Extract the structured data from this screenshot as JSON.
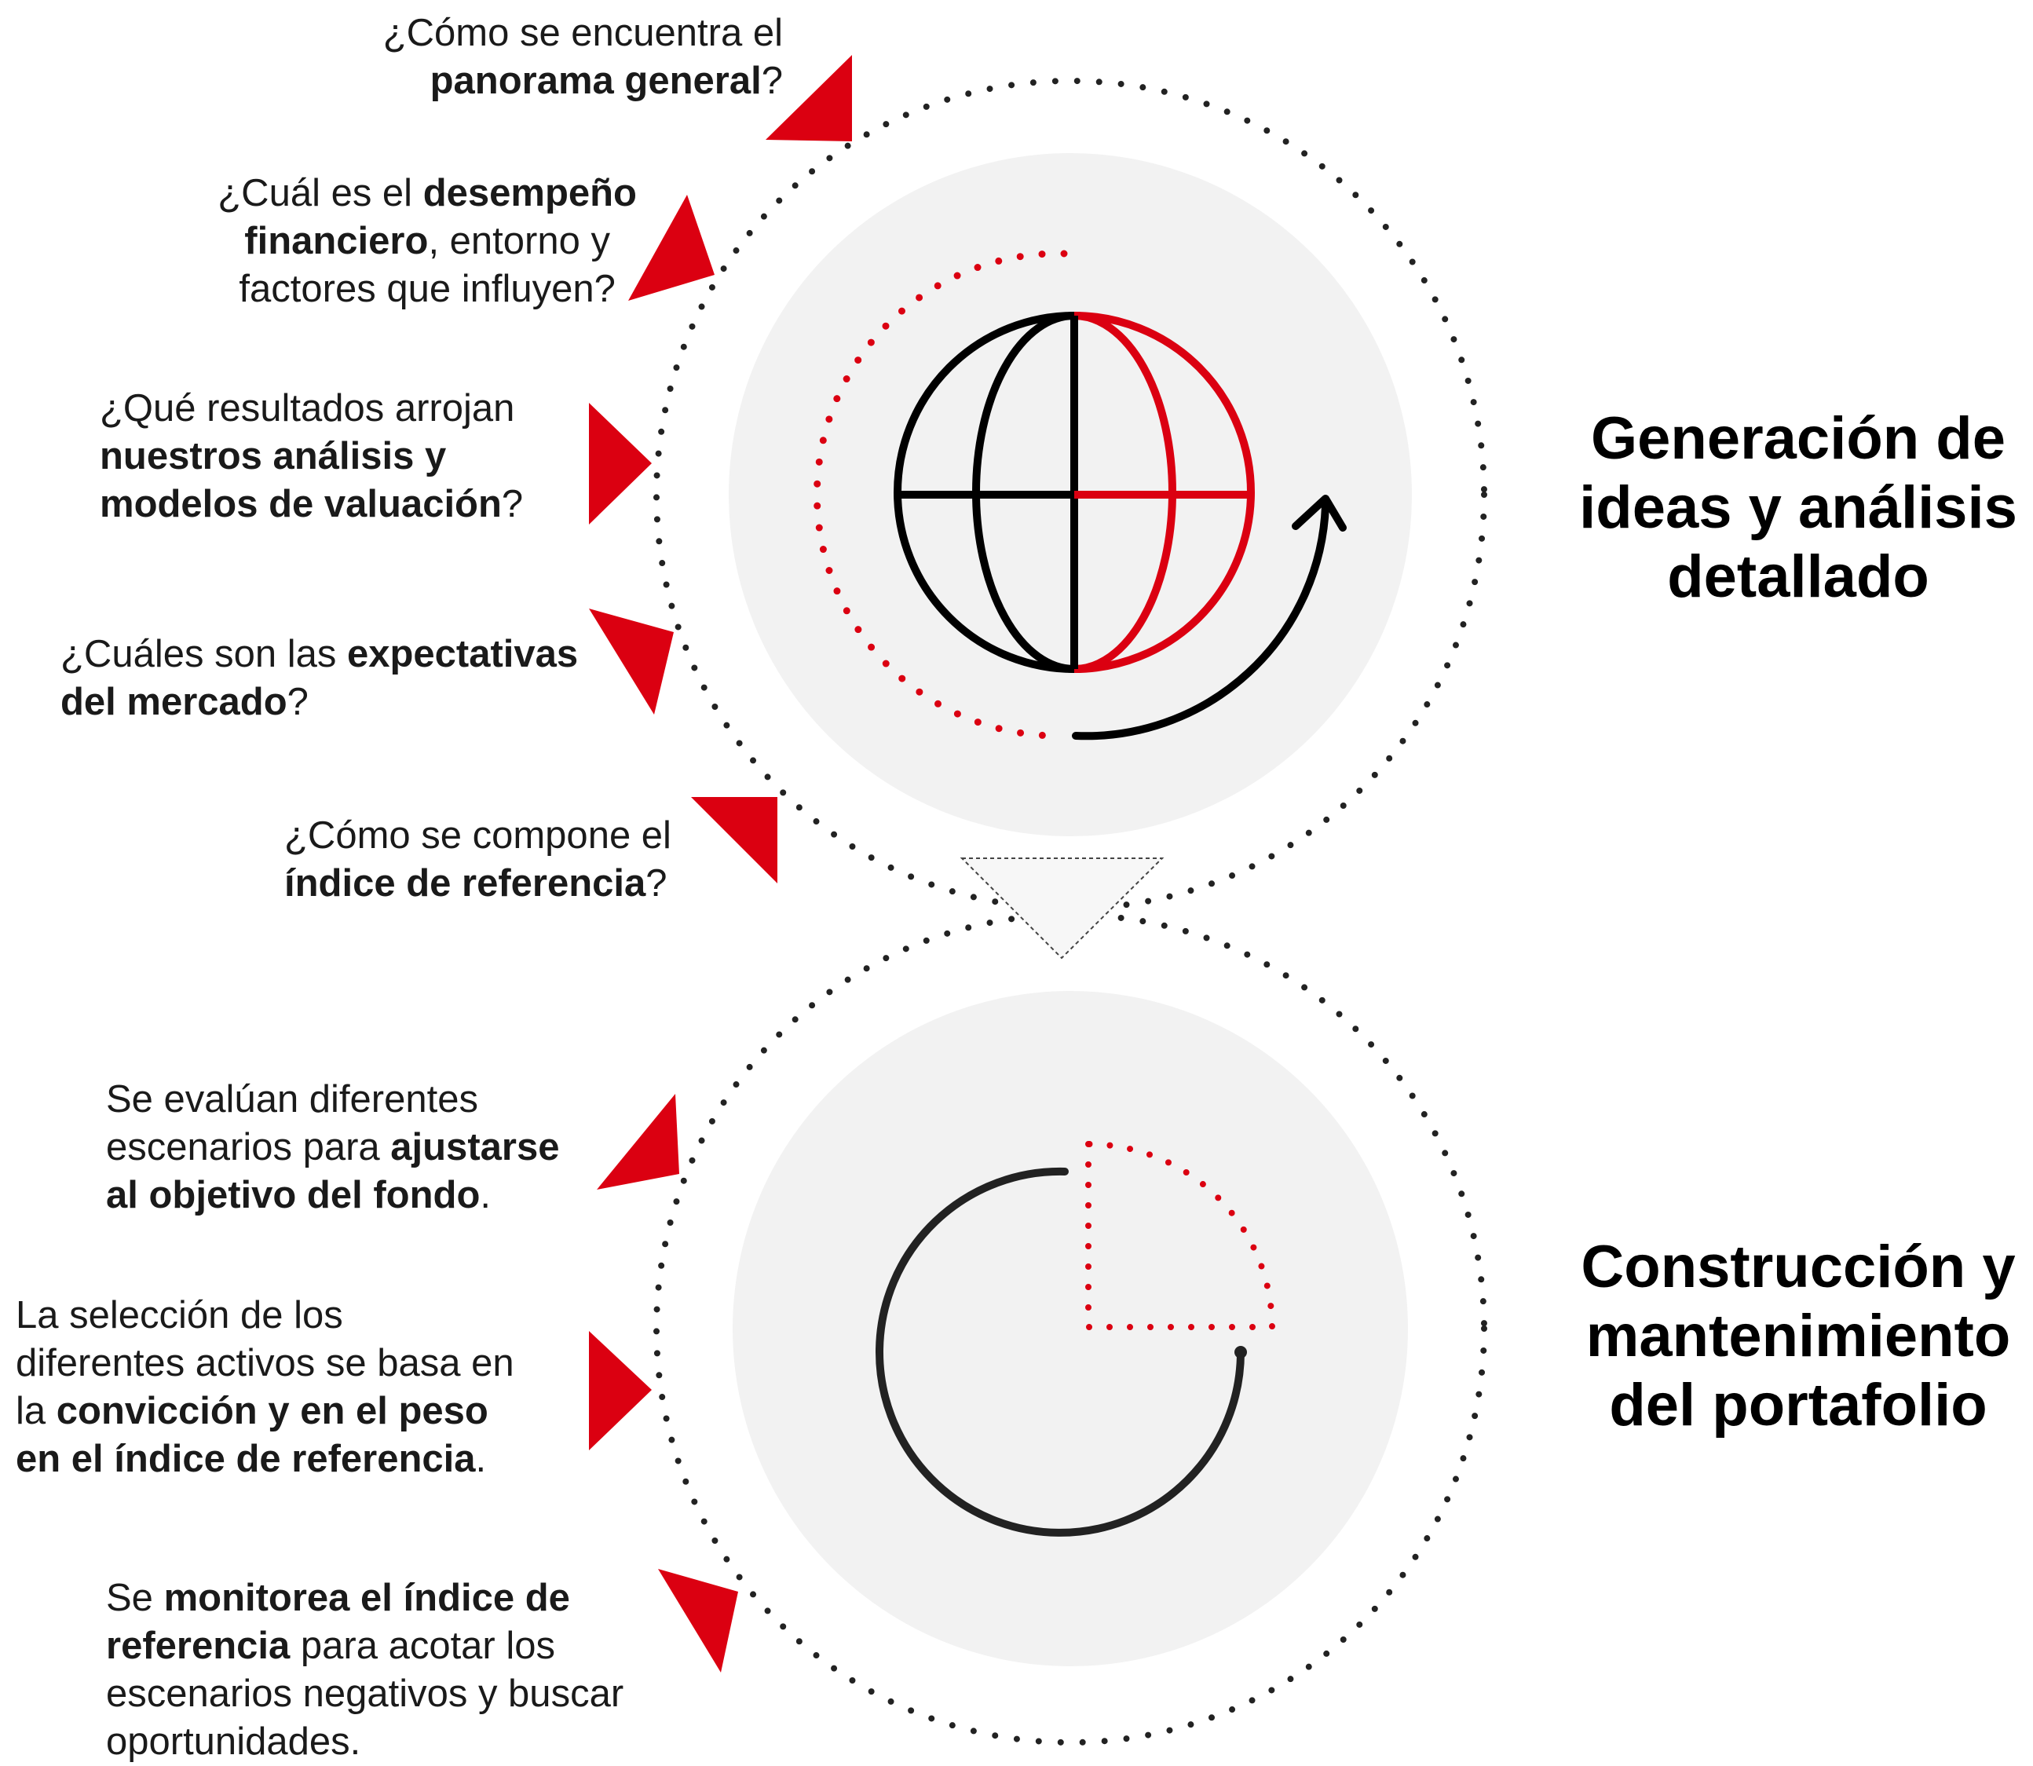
{
  "colors": {
    "accent": "#DB0011",
    "ink": "#1a1a1a",
    "disc": "#F2F2F2",
    "dots": "#222222"
  },
  "sections": [
    {
      "id": "ideas",
      "title": [
        "Generación de",
        "ideas y análisis",
        "detallado"
      ],
      "icon": "globe-refresh-icon",
      "questions": [
        {
          "lines": [
            [
              {
                "t": "¿Cómo se encuentra el"
              }
            ],
            [
              {
                "t": "panorama general",
                "b": true
              },
              {
                "t": "?"
              }
            ]
          ]
        },
        {
          "lines": [
            [
              {
                "t": "¿Cuál es el "
              },
              {
                "t": "desempeño",
                "b": true
              }
            ],
            [
              {
                "t": "financiero",
                "b": true
              },
              {
                "t": ", entorno y"
              }
            ],
            [
              {
                "t": "factores que influyen?"
              }
            ]
          ]
        },
        {
          "lines": [
            [
              {
                "t": "¿Qué resultados arrojan"
              }
            ],
            [
              {
                "t": "nuestros análisis y",
                "b": true
              }
            ],
            [
              {
                "t": "modelos de valuación",
                "b": true
              },
              {
                "t": "?"
              }
            ]
          ]
        },
        {
          "lines": [
            [
              {
                "t": "¿Cuáles son las "
              },
              {
                "t": "expectativas",
                "b": true
              }
            ],
            [
              {
                "t": "del mercado",
                "b": true
              },
              {
                "t": "?"
              }
            ]
          ]
        },
        {
          "lines": [
            [
              {
                "t": "¿Cómo se compone el"
              }
            ],
            [
              {
                "t": "índice de referencia",
                "b": true
              },
              {
                "t": "?"
              }
            ]
          ]
        }
      ]
    },
    {
      "id": "portfolio",
      "title": [
        "Construcción y",
        "mantenimiento",
        "del portafolio"
      ],
      "icon": "pie-segment-icon",
      "questions": [
        {
          "lines": [
            [
              {
                "t": "Se evalúan diferentes"
              }
            ],
            [
              {
                "t": "escenarios para "
              },
              {
                "t": "ajustarse",
                "b": true
              }
            ],
            [
              {
                "t": "al objetivo del fondo",
                "b": true
              },
              {
                "t": "."
              }
            ]
          ]
        },
        {
          "lines": [
            [
              {
                "t": "La selección de los"
              }
            ],
            [
              {
                "t": "diferentes activos se basa en"
              }
            ],
            [
              {
                "t": "la "
              },
              {
                "t": "convicción y en el peso",
                "b": true
              }
            ],
            [
              {
                "t": "en el índice de referencia",
                "b": true
              },
              {
                "t": "."
              }
            ]
          ]
        },
        {
          "lines": [
            [
              {
                "t": "Se "
              },
              {
                "t": "monitorea el índice de",
                "b": true
              }
            ],
            [
              {
                "t": "referencia",
                "b": true
              },
              {
                "t": " para acotar los"
              }
            ],
            [
              {
                "t": "escenarios negativos y buscar"
              }
            ],
            [
              {
                "t": "oportunidades."
              }
            ]
          ]
        }
      ]
    }
  ]
}
